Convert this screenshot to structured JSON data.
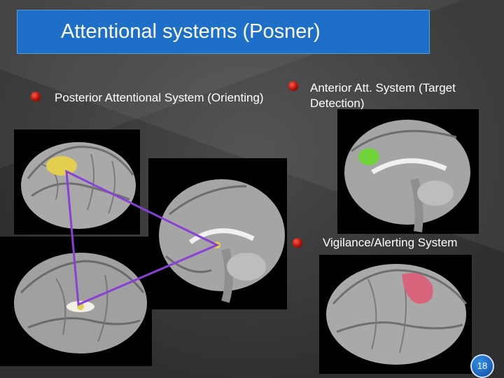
{
  "title": "Attentional systems (Posner)",
  "labels": {
    "posterior": "Posterior Attentional System (Orienting)",
    "anterior_line1": "Anterior Att. System (Target",
    "anterior_line2": "Detection)",
    "vigilance": "Vigilance/Alerting System"
  },
  "regions": {
    "posterior_highlight_color": "#e2cf50",
    "anterior_highlight_color": "#6fd33a",
    "vigilance_highlight_color": "#d9637b",
    "connector_color": "#8a3fd6"
  },
  "page_number": "18"
}
